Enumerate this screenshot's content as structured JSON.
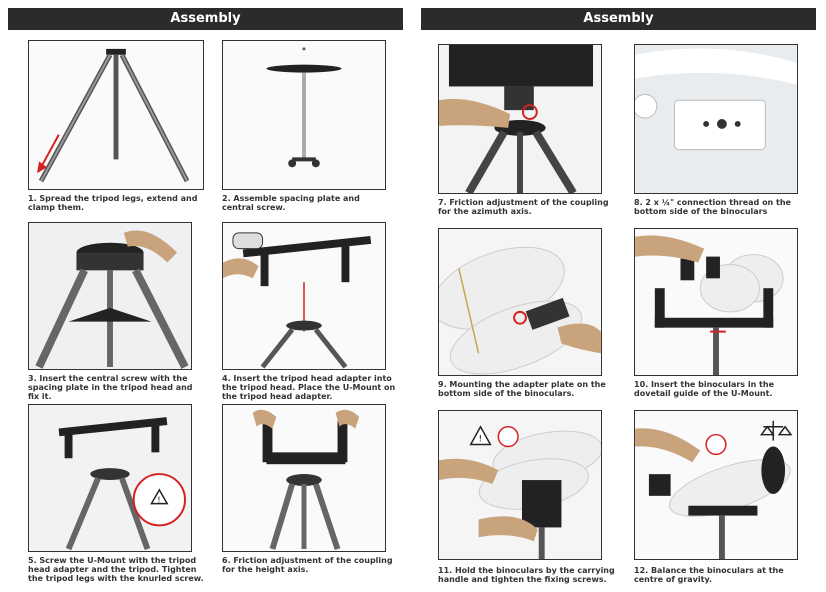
{
  "headers": {
    "left": "Assembly",
    "right": "Assembly"
  },
  "steps": [
    {
      "caption": "1. Spread the tripod legs, extend and clamp them."
    },
    {
      "caption": "2. Assemble spacing plate and central screw."
    },
    {
      "caption": "3. Insert the central screw with the spacing plate in the tripod head and fix it."
    },
    {
      "caption": "4. Insert the tripod head adapter into the tripod head. Place the U-Mount on the tripod head adapter."
    },
    {
      "caption": "5. Screw the U-Mount with the tripod head adapter and the tripod. Tighten the tripod legs with the knurled screw."
    },
    {
      "caption": "6. Friction adjustment of the coupling for the height axis."
    },
    {
      "caption": "7. Friction adjustment of the coupling for the azimuth axis."
    },
    {
      "caption": "8. 2 x ¼\" connection thread on the bottom side of the binoculars"
    },
    {
      "caption": "9. Mounting the adapter plate on the bottom side of the binoculars."
    },
    {
      "caption": "10. Insert the binoculars in the dovetail guide of the U-Mount."
    },
    {
      "caption": "11. Hold the binoculars by the carrying handle and tighten the fixing screws."
    },
    {
      "caption": "12. Balance the binoculars at the centre of gravity."
    }
  ],
  "colors": {
    "header": "#2b2b2b",
    "accent": "#d62020"
  }
}
